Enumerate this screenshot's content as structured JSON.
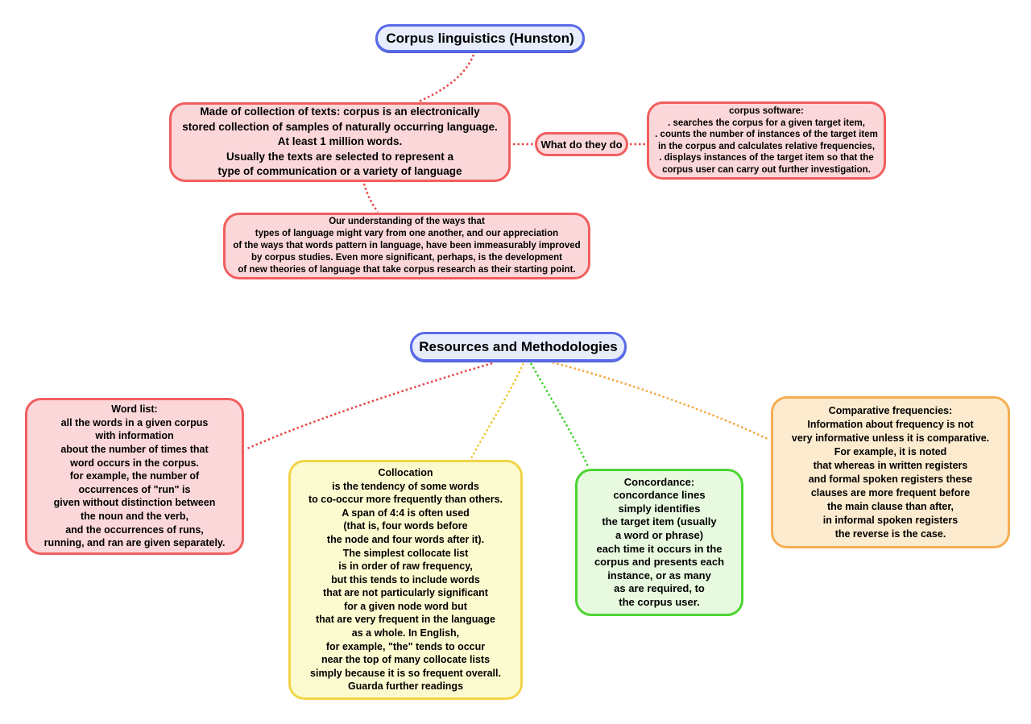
{
  "diagram": {
    "type": "mind-map",
    "topic": "Corpus linguistics (Hunston)"
  },
  "palette": {
    "red_border": "#f15e5e",
    "pink_fill": "#fbd7da",
    "blue_border": "#5a6be8",
    "blue_fill": "#e7edfb",
    "yellow_border": "#f2d447",
    "yellow_fill": "#fcfacf",
    "green_border": "#4cd532",
    "green_fill": "#e7fadf",
    "orange_border": "#f5ae52",
    "orange_fill": "#fcebce",
    "text": "#000000"
  },
  "nodes": {
    "corpus_linguistics": {
      "label": "Corpus linguistics (Hunston)"
    },
    "made_of": {
      "text": "Made of collection of texts: corpus is an electronically\nstored collection of samples of naturally occurring language.\nAt least 1 million words.\nUsually the texts are selected to represent a\ntype of communication or a variety of language"
    },
    "what_do_they_do": {
      "label": "What do they do"
    },
    "corpus_software": {
      "text": "corpus software:\n. searches the corpus for a given target item,\n. counts the number of instances of the target item\nin the corpus and calculates relative frequencies,\n. displays instances of the target item so that the\ncorpus user can carry out further investigation."
    },
    "our_understanding": {
      "text": "Our understanding of the ways that\ntypes of language might vary from one another, and our appreciation\nof the ways that words pattern in language, have been immeasurably improved\nby corpus studies. Even more significant, perhaps, is the development\nof new theories of language that take corpus research as their starting point."
    },
    "resources": {
      "label": "Resources and Methodologies"
    },
    "word_list": {
      "text": "Word list:\nall the words in a given corpus\nwith information\nabout the number of times that\nword occurs in the corpus.\nfor example, the number of\noccurrences of \"run\" is\ngiven without distinction between\nthe noun and the verb,\nand the occurrences of runs,\nrunning, and ran are given separately."
    },
    "collocation": {
      "text": "Collocation\nis the tendency of some words\nto co-occur more frequently than others.\nA span of 4:4 is often used\n(that is, four words before\nthe node and four words after it).\nThe simplest collocate list\nis in order of raw frequency,\nbut this tends to include words\nthat are not particularly significant\nfor a given node word but\nthat are very frequent in the language\nas a whole. In English,\nfor example, \"the\" tends to occur\nnear the top of many collocate lists\nsimply because it is so frequent overall.\nGuarda further readings"
    },
    "concordance": {
      "text": "Concordance:\nconcordance lines\nsimply identifies\nthe target item (usually\na word or phrase)\neach time it occurs in the\ncorpus and presents each\ninstance, or as many\nas are required, to\nthe corpus user."
    },
    "comparative": {
      "text": "Comparative frequencies:\nInformation about frequency is not\nvery informative unless it is comparative.\nFor example, it is noted\nthat whereas in written registers\nand formal spoken registers these\nclauses are more frequent before\nthe main clause than after,\nin informal spoken registers\nthe reverse is the case."
    }
  },
  "connectors": [
    {
      "name": "corpus-linguistics-to-made-of",
      "style": "dotted",
      "color": "#e84545"
    },
    {
      "name": "made-of-to-our-understanding",
      "style": "dotted",
      "color": "#e84545"
    },
    {
      "name": "made-of-to-what-do-they-do",
      "style": "dotted",
      "color": "#e84545"
    },
    {
      "name": "what-do-they-do-to-software",
      "style": "dotted",
      "color": "#e84545"
    },
    {
      "name": "resources-to-word-list",
      "style": "dotted",
      "color": "#e84545"
    },
    {
      "name": "resources-to-collocation",
      "style": "dotted",
      "color": "#f0c832"
    },
    {
      "name": "resources-to-concordance",
      "style": "dotted",
      "color": "#3fd32c"
    },
    {
      "name": "resources-to-comparative",
      "style": "dotted",
      "color": "#f5a63f"
    }
  ]
}
